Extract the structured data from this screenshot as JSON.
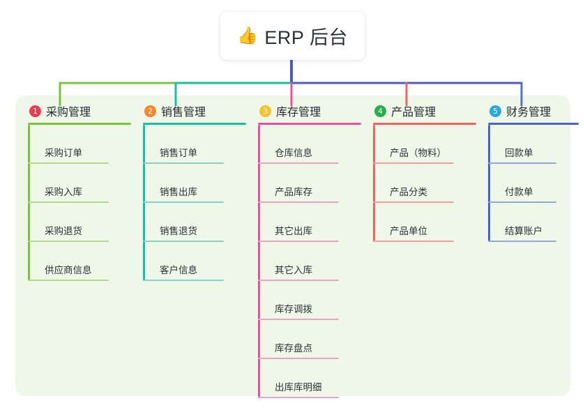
{
  "root": {
    "icon": "thumbs-up-icon",
    "icon_glyph": "👍",
    "label": "ERP 后台"
  },
  "theme": {
    "page_bg": "#ffffff",
    "panel_bg": "#eff7e9",
    "text": "#2d3138"
  },
  "connectors": {
    "trunk_color": "#4c5bc4",
    "segment_1_color": "#7cc23e",
    "segment_2_color": "#16bfa6",
    "segment_3_color": "#4c5bc4",
    "drop_colors": [
      "#7cc23e",
      "#16bfa6",
      "#e8519b",
      "#f2635f",
      "#5570d4"
    ]
  },
  "columns": [
    {
      "index": "1",
      "title": "采购管理",
      "badge_color": "#ef3b4e",
      "line_color": "#7cc23e",
      "leaf_color": "#b2d98c",
      "items": [
        "采购订单",
        "采购入库",
        "采购退货",
        "供应商信息"
      ]
    },
    {
      "index": "2",
      "title": "销售管理",
      "badge_color": "#f5862b",
      "line_color": "#16bfa6",
      "leaf_color": "#7fd4c7",
      "items": [
        "销售订单",
        "销售出库",
        "销售退货",
        "客户信息"
      ]
    },
    {
      "index": "3",
      "title": "库存管理",
      "badge_color": "#f7c02c",
      "line_color": "#e8519b",
      "leaf_color": "#eda2c4",
      "items": [
        "仓库信息",
        "产品库存",
        "其它出库",
        "其它入库",
        "库存调拨",
        "库存盘点",
        "出库库明细"
      ]
    },
    {
      "index": "4",
      "title": "产品管理",
      "badge_color": "#22b14c",
      "line_color": "#f2635f",
      "leaf_color": "#f4a19d",
      "items": [
        "产品（物料）",
        "产品分类",
        "产品单位"
      ]
    },
    {
      "index": "5",
      "title": "财务管理",
      "badge_color": "#29a8e0",
      "line_color": "#4a63c8",
      "leaf_color": "#93a8e2",
      "items": [
        "回款单",
        "付款单",
        "结算账户"
      ]
    }
  ]
}
